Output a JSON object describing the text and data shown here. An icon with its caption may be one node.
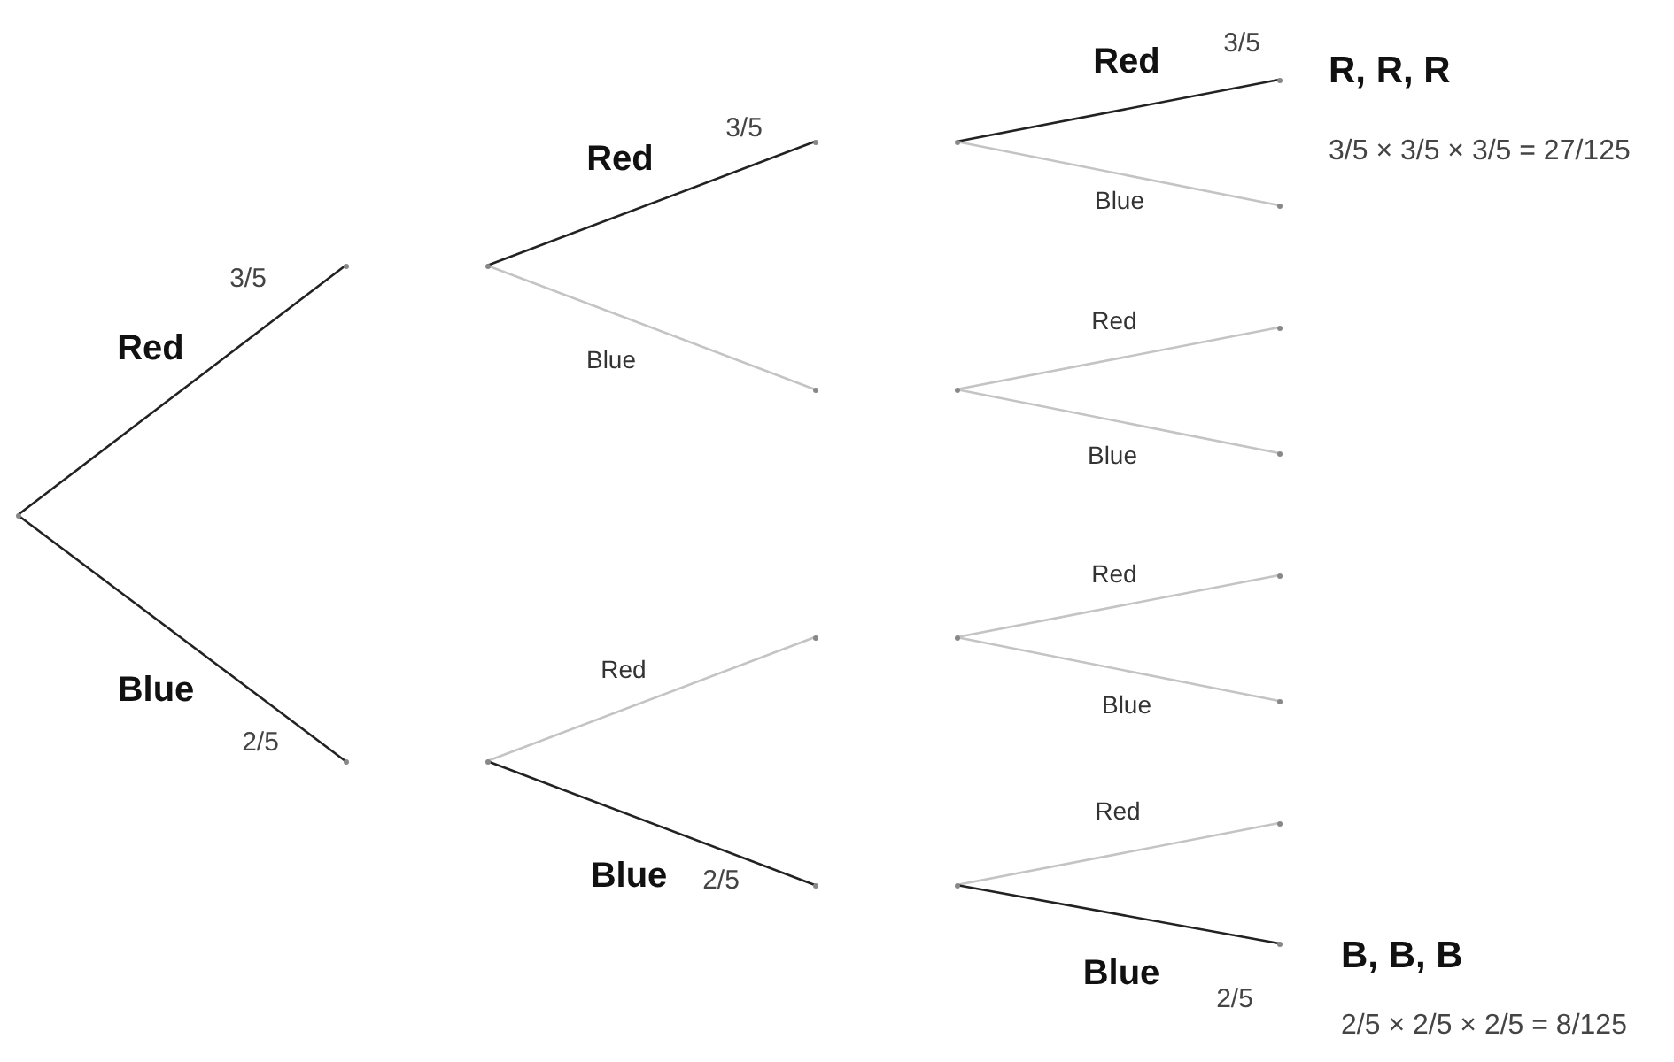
{
  "diagram": {
    "nodes": [
      {
        "text": [],
        "shape": "point"
      },
      {
        "text": [],
        "shape": "point"
      },
      {
        "text": [],
        "shape": "point"
      },
      {
        "text": [],
        "shape": "point"
      },
      {
        "text": [],
        "shape": "point"
      },
      {
        "text": [],
        "shape": "point"
      },
      {
        "text": [],
        "shape": "point"
      },
      {
        "text": [],
        "shape": "point"
      },
      {
        "text": [],
        "shape": "point"
      },
      {
        "text": [],
        "shape": "point"
      },
      {
        "text": [],
        "shape": "point"
      },
      {
        "text": [],
        "shape": "point"
      },
      {
        "text": [],
        "shape": "point"
      },
      {
        "text": [],
        "shape": "point",
        "beside": [
          "R, R, R",
          "3/5 × 3/5 × 3/5 = 27/125"
        ]
      },
      {
        "text": [],
        "shape": "point"
      },
      {
        "text": [],
        "shape": "point"
      },
      {
        "text": [],
        "shape": "point"
      },
      {
        "text": [],
        "shape": "point"
      },
      {
        "text": [],
        "shape": "point"
      },
      {
        "text": [],
        "shape": "point"
      },
      {
        "text": [],
        "shape": "point",
        "beside": [
          "B, B, B",
          "2/5 × 2/5 × 2/5 = 8/125"
        ]
      }
    ],
    "edges": [
      {
        "from": 0,
        "to": 1,
        "arrow": "none",
        "label": "Red",
        "color": "#222222"
      },
      {
        "from": 0,
        "to": 2,
        "arrow": "none",
        "label": "Blue",
        "color": "#222222"
      },
      {
        "from": 3,
        "to": 5,
        "arrow": "none",
        "label": "Red",
        "color": "#222222"
      },
      {
        "from": 3,
        "to": 6,
        "arrow": "none",
        "label": "Blue"
      },
      {
        "from": 4,
        "to": 7,
        "arrow": "none",
        "label": "Red"
      },
      {
        "from": 4,
        "to": 8,
        "arrow": "none",
        "label": "Blue",
        "color": "#222222"
      },
      {
        "from": 9,
        "to": 13,
        "arrow": "none",
        "label": "Red",
        "color": "#222222"
      },
      {
        "from": 9,
        "to": 14,
        "arrow": "none",
        "label": "Blue"
      },
      {
        "from": 10,
        "to": 15,
        "arrow": "none",
        "label": "Red"
      },
      {
        "from": 10,
        "to": 16,
        "arrow": "none",
        "label": "Blue"
      },
      {
        "from": 11,
        "to": 17,
        "arrow": "none",
        "label": "Red"
      },
      {
        "from": 11,
        "to": 18,
        "arrow": "none",
        "label": "Blue"
      },
      {
        "from": 12,
        "to": 19,
        "arrow": "none",
        "label": "Red"
      },
      {
        "from": 12,
        "to": 20,
        "arrow": "none",
        "label": "Blue",
        "color": "#222222"
      }
    ],
    "labels": [
      "3/5",
      "3/5",
      "3/5",
      "2/5",
      "2/5",
      "2/5"
    ]
  }
}
